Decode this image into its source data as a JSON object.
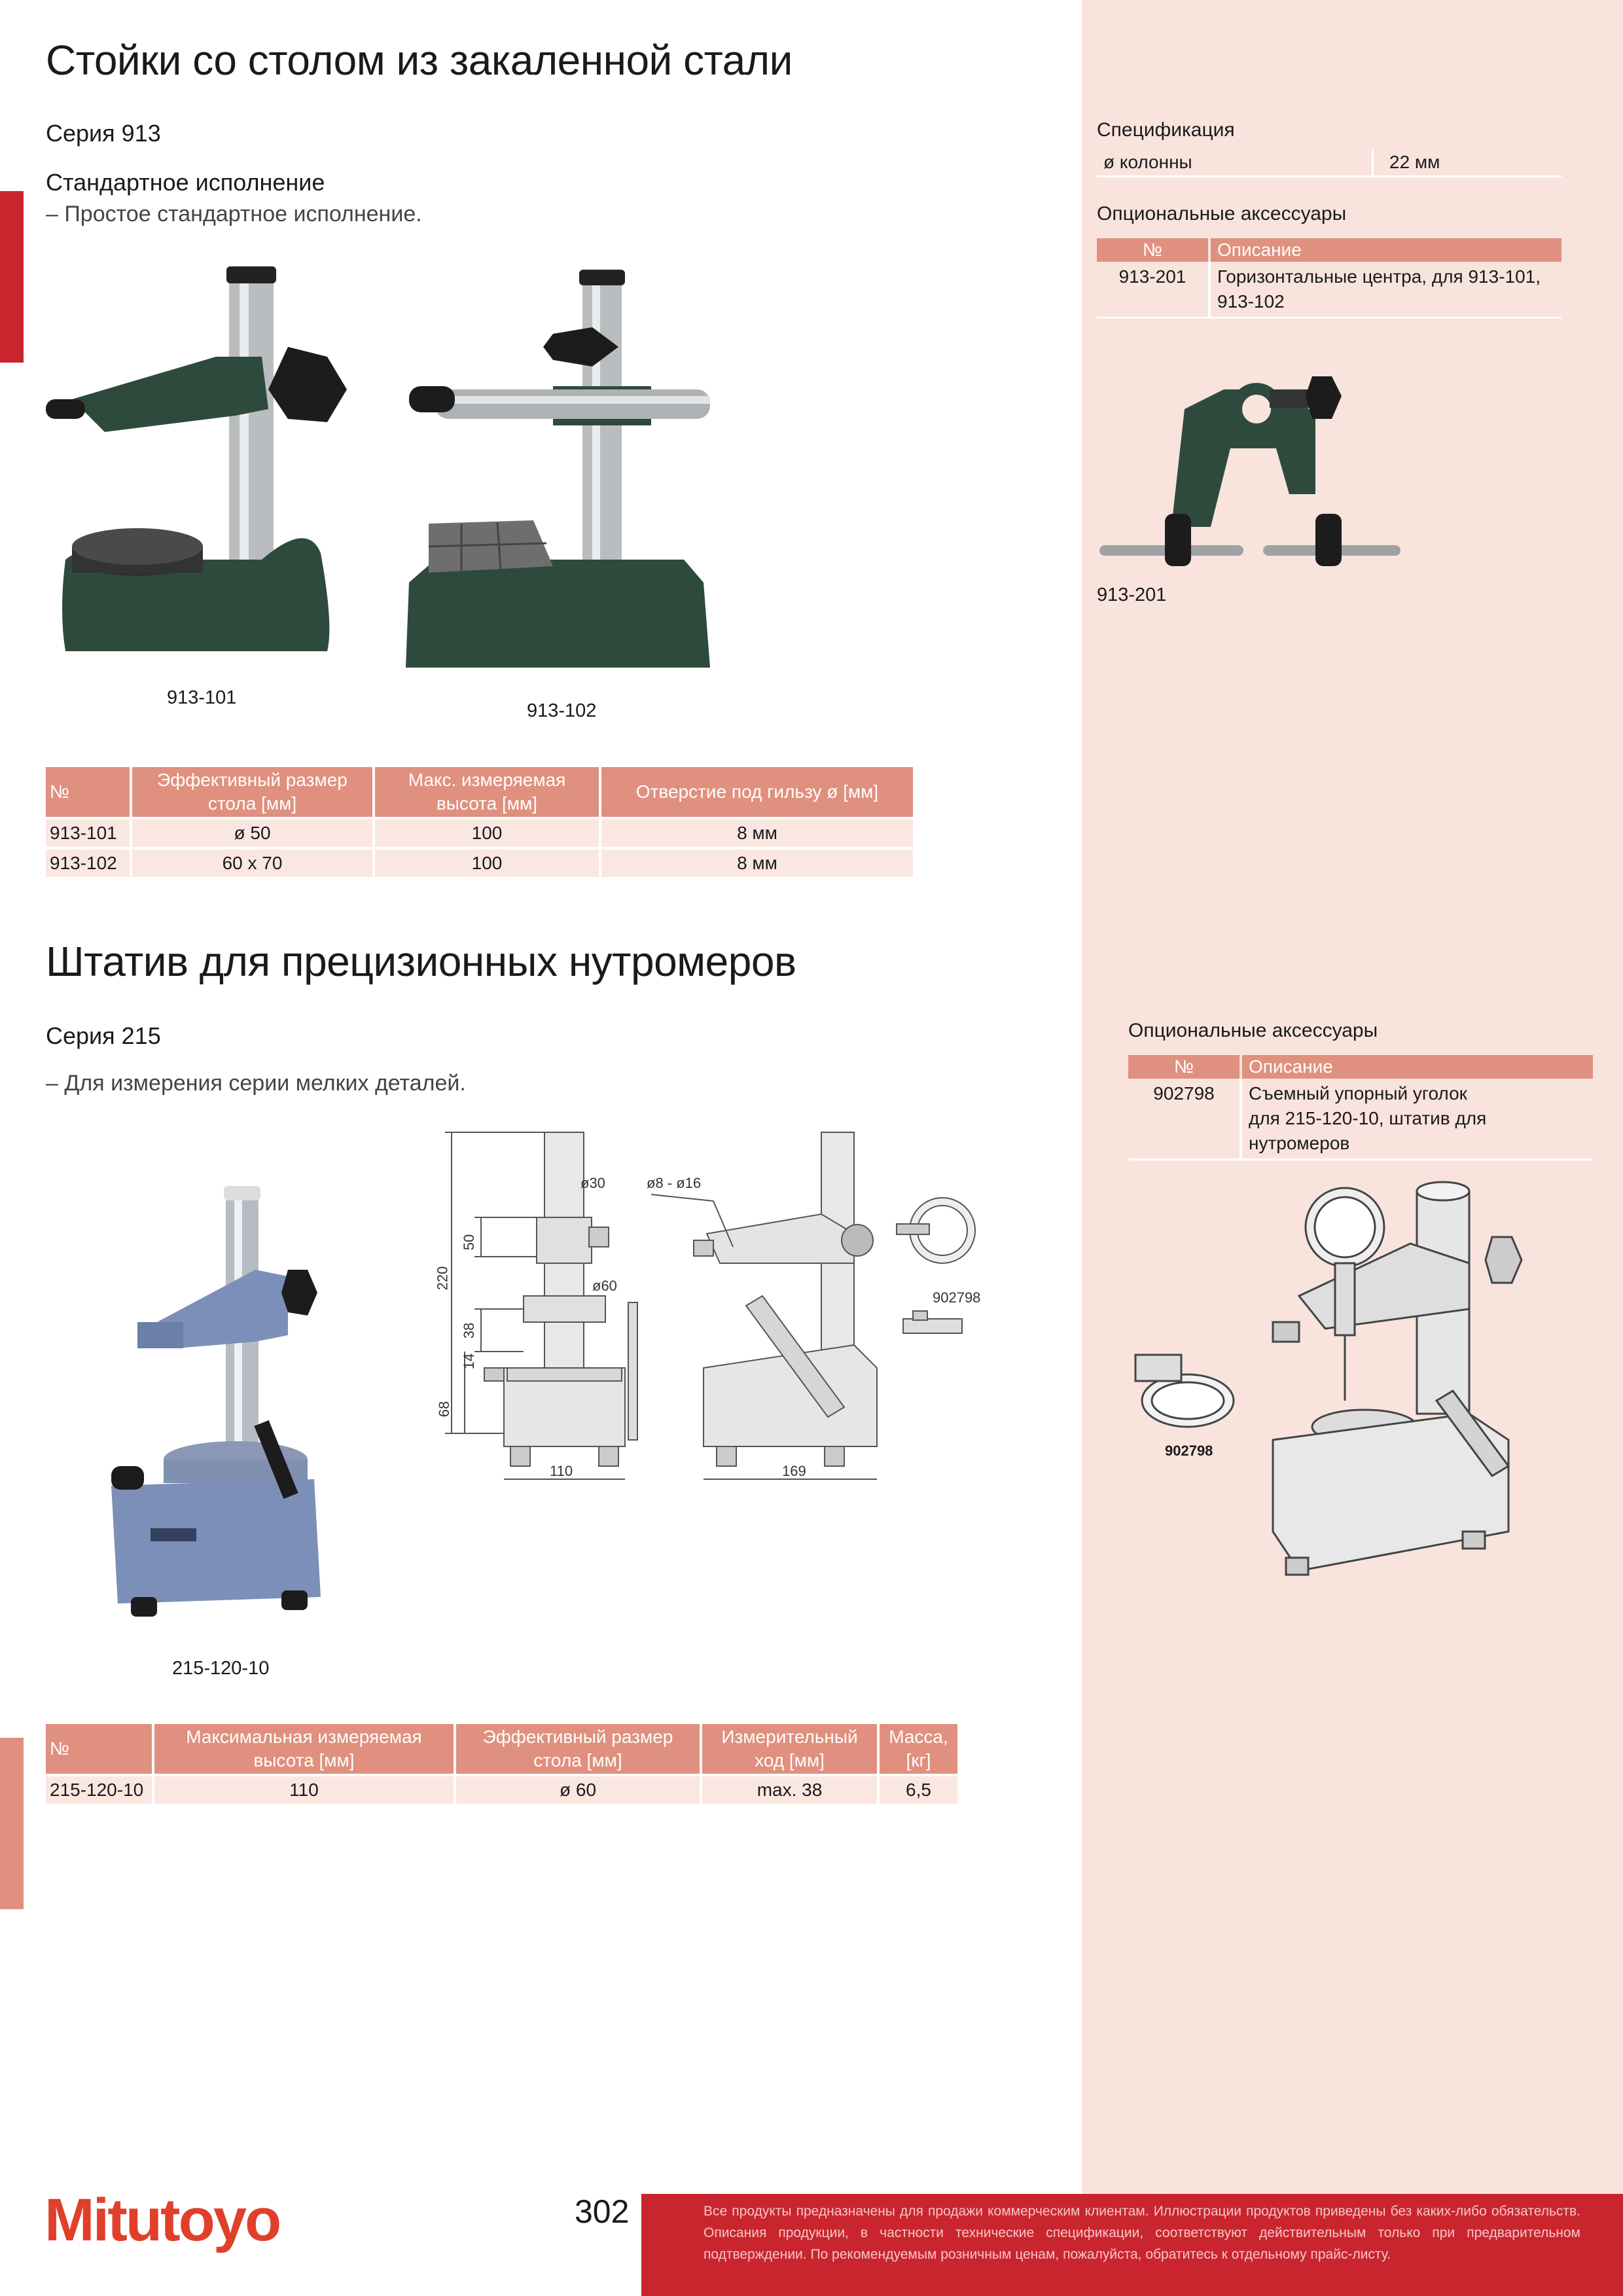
{
  "section1": {
    "title": "Стойки со столом из закаленной стали",
    "series": "Серия 913",
    "subtitle": "Стандартное исполнение",
    "bullet": "– Простое стандартное исполнение.",
    "img_caption_1": "913-101",
    "img_caption_2": "913-102",
    "table": {
      "headers": [
        "№",
        "Эффективный размер стола [мм]",
        "Макс. измеряемая высота [мм]",
        "Отверстие под гильзу ø [мм]"
      ],
      "rows": [
        [
          "913-101",
          "ø 50",
          "100",
          "8 мм"
        ],
        [
          "913-102",
          "60 x 70",
          "100",
          "8 мм"
        ]
      ]
    }
  },
  "sidebar1": {
    "spec_title": "Спецификация",
    "spec_label": "ø колонны",
    "spec_value": "22 мм",
    "acc_title": "Опциональные аксессуары",
    "acc_headers": [
      "№",
      "Описание"
    ],
    "acc_row": [
      "913-201",
      "Горизонтальные центра, для 913-101, 913-102"
    ],
    "img_caption": "913-201"
  },
  "section2": {
    "title": "Штатив для прецизионных нутромеров",
    "series": "Серия 215",
    "bullet": "– Для измерения серии мелких деталей.",
    "img_caption": "215-120-10",
    "dims": {
      "d30": "ø30",
      "d60": "ø60",
      "d8_16": "ø8 - ø16",
      "h220": "220",
      "h50": "50",
      "h38": "38",
      "h14": "14",
      "h68": "68",
      "w110": "110",
      "w169": "169",
      "part": "902798"
    },
    "table": {
      "headers": [
        "№",
        "Максимальная измеряемая высота [мм]",
        "Эффективный размер стола [мм]",
        "Измерительный ход [мм]",
        "Масса, [кг]"
      ],
      "rows": [
        [
          "215-120-10",
          "110",
          "ø 60",
          "max. 38",
          "6,5"
        ]
      ]
    }
  },
  "sidebar2": {
    "acc_title": "Опциональные аксессуары",
    "acc_headers": [
      "№",
      "Описание"
    ],
    "acc_row": [
      "902798",
      "Съемный упорный уголок",
      "для 215-120-10, штатив для нутромеров"
    ],
    "img_label": "902798"
  },
  "footer": {
    "logo": "Mitutoyo",
    "page": "302",
    "disclaimer": "Все продукты предназначены для продажи коммерческим клиентам. Иллюстрации продуктов приведены без каких-либо обязательств. Описания продукции, в частности технические спецификации, соответствуют действительным только при предварительном подтверждении. По рекомендуемым розничным ценам, пожалуйста, обратитесь к отдельному прайс-листу."
  },
  "colors": {
    "accent_red": "#c9252f",
    "salmon": "#e0907e",
    "sidebar_bg": "#f8e4dd",
    "row_bg": "#fbe7e1"
  }
}
